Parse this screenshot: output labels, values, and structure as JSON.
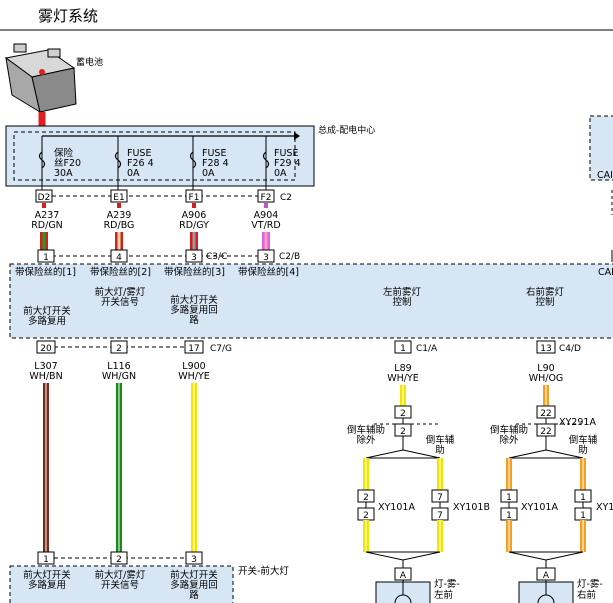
{
  "title": "雾灯系统",
  "battery": {
    "label": "蓄电池"
  },
  "fuse_box": {
    "label": "总成-配电中心",
    "fuses": [
      {
        "line1": "保险",
        "line2": "丝F20",
        "line3": "30A",
        "pin": "D2",
        "wire": "A237",
        "color_code": "RD/GN"
      },
      {
        "line1": "FUSE",
        "line2": "F26 4",
        "line3": "0A",
        "pin": "E1",
        "wire": "A239",
        "color_code": "RD/BG"
      },
      {
        "line1": "FUSE",
        "line2": "F28 4",
        "line3": "0A",
        "pin": "F1",
        "wire": "A906",
        "color_code": "RD/GY"
      },
      {
        "line1": "FUSE",
        "line2": "F29 4",
        "line3": "0A",
        "pin": "F2",
        "wire": "A904",
        "color_code": "VT/RD"
      }
    ],
    "connector": "C2"
  },
  "module_inputs": {
    "pins": [
      "1",
      "4",
      "3",
      "3"
    ],
    "connectors": [
      "C3/C",
      "C2/B"
    ],
    "labels": [
      "带保险丝的[1]",
      "带保险丝的[2]",
      "带保险丝的[3]",
      "带保险丝的[4]"
    ],
    "right_label": "CAI"
  },
  "module_functions": [
    {
      "lines": [
        "前大灯开关",
        "多路复用"
      ]
    },
    {
      "lines": [
        "前大灯/雾灯",
        "开关信号"
      ]
    },
    {
      "lines": [
        "前大灯开关",
        "多路复用回",
        "路"
      ]
    },
    {
      "lines": [
        "左前雾灯",
        "控制"
      ]
    },
    {
      "lines": [
        "右前雾灯",
        "控制"
      ]
    }
  ],
  "outputs": [
    {
      "pin": "20",
      "wire": "L307",
      "color_code": "WH/BN"
    },
    {
      "pin": "2",
      "wire": "L116",
      "color_code": "WH/GN"
    },
    {
      "pin": "17",
      "wire": "L900",
      "color_code": "WH/YE",
      "connector": "C7/G"
    },
    {
      "pin": "1",
      "wire": "L89",
      "color_code": "WH/YE",
      "connector": "C1/A"
    },
    {
      "pin": "13",
      "wire": "L90",
      "color_code": "WH/OG",
      "connector": "C4/D"
    }
  ],
  "left_fog": {
    "splice_pin": "2",
    "reverse_left": [
      "倒车辅助",
      "除外"
    ],
    "reverse_right": [
      "倒车辅",
      "助"
    ],
    "connector_left": "XY101A",
    "connector_right": "XY101B",
    "pins_left": [
      "2",
      "2"
    ],
    "pins_right": [
      "7",
      "7"
    ],
    "lamp_pin": "A",
    "lamp_label": [
      "灯-雾-",
      "左前"
    ]
  },
  "right_fog": {
    "splice_pin": "22",
    "splice_connector": "XY291A",
    "reverse_left": [
      "倒车辅助",
      "除外"
    ],
    "reverse_right": [
      "倒车辅",
      "助"
    ],
    "connector_left": "XY101A",
    "connector_right": "XY1",
    "pins_left": [
      "1",
      "1"
    ],
    "pins_right": [
      "1",
      "1"
    ],
    "lamp_pin": "A",
    "lamp_label": [
      "灯-雾-",
      "右前"
    ]
  },
  "switch": {
    "label": "开关-前大灯",
    "pins": [
      "1",
      "2",
      "3"
    ],
    "functions": [
      {
        "lines": [
          "前大灯开关",
          "多路复用"
        ]
      },
      {
        "lines": [
          "前大灯/雾灯",
          "开关信号"
        ]
      },
      {
        "lines": [
          "前大灯开关",
          "多路复用回",
          "路"
        ]
      }
    ]
  },
  "right_edge": {
    "top_label": "CAI"
  }
}
